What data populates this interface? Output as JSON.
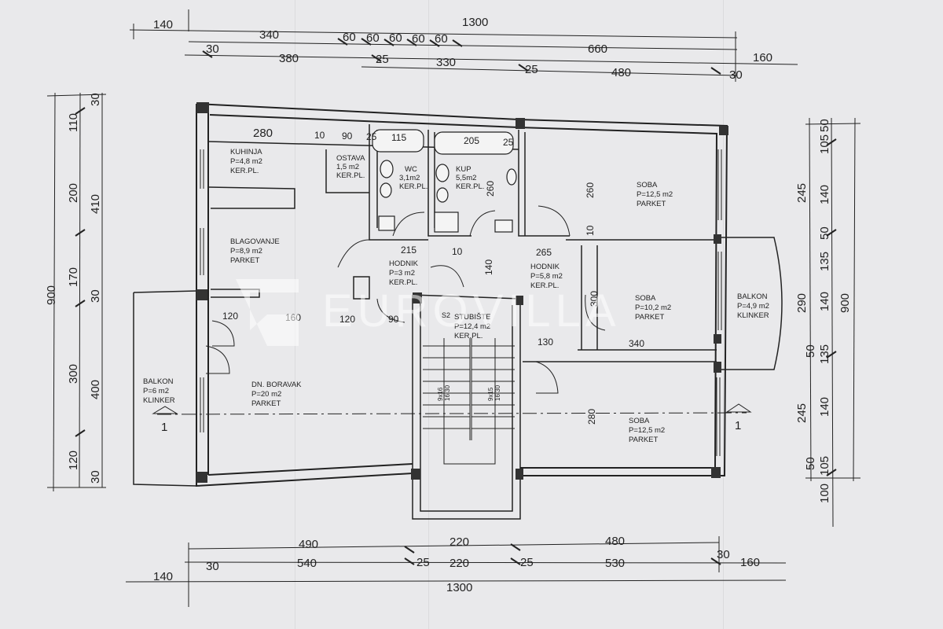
{
  "rooms": [
    {
      "id": "kuhinja",
      "name": "KUHINJA",
      "area": "P=4,8 m2",
      "floor": "KER.PL."
    },
    {
      "id": "ostava",
      "name": "OSTAVA",
      "area": "1,5 m2",
      "floor": "KER.PL."
    },
    {
      "id": "wc",
      "name": "WC",
      "area": "3,1m2",
      "floor": "KER.PL."
    },
    {
      "id": "kup",
      "name": "KUP",
      "area": "5,5m2",
      "floor": "KER.PL."
    },
    {
      "id": "soba1",
      "name": "SOBA",
      "area": "P=12,5 m2",
      "floor": "PARKET"
    },
    {
      "id": "blagovanje",
      "name": "BLAGOVANJE",
      "area": "P=8,9 m2",
      "floor": "PARKET"
    },
    {
      "id": "hodnik1",
      "name": "HODNIK",
      "area": "P=3 m2",
      "floor": "KER.PL."
    },
    {
      "id": "hodnik2",
      "name": "HODNIK",
      "area": "P=5,8 m2",
      "floor": "KER.PL."
    },
    {
      "id": "soba2",
      "name": "SOBA",
      "area": "P=10,2 m2",
      "floor": "PARKET"
    },
    {
      "id": "balkon_r",
      "name": "BALKON",
      "area": "P=4,9 m2",
      "floor": "KLINKER"
    },
    {
      "id": "stubiste",
      "name": "STUBIŠTE",
      "area": "P=12,4 m2",
      "floor": "KER.PL."
    },
    {
      "id": "balkon_l",
      "name": "BALKON",
      "area": "P=6 m2",
      "floor": "KLINKER"
    },
    {
      "id": "boravak",
      "name": "DN. BORAVAK",
      "area": "P=20 m2",
      "floor": "PARKET"
    },
    {
      "id": "soba3",
      "name": "SOBA",
      "area": "P=12,5 m2",
      "floor": "PARKET"
    }
  ],
  "dims": {
    "top1": [
      "140",
      "1300"
    ],
    "top2": [
      "340",
      "60",
      "60",
      "60",
      "60",
      "60",
      "660"
    ],
    "top3": [
      "30",
      "380",
      "25",
      "330",
      "160"
    ],
    "top4": [
      "25",
      "480",
      "30"
    ],
    "bottom1": [
      "490",
      "220",
      "480"
    ],
    "bottom2": [
      "30",
      "540",
      "25",
      "220",
      "25",
      "530",
      "30",
      "160"
    ],
    "bottom3": [
      "140",
      "1300"
    ],
    "left_outer": [
      "900"
    ],
    "left_mid": [
      "110",
      "200",
      "170",
      "300",
      "120"
    ],
    "left_inner": [
      "410",
      "400"
    ],
    "left_small": [
      "30",
      "30",
      "30"
    ],
    "right_a": [
      "245",
      "290",
      "245",
      "100"
    ],
    "right_b": [
      "105",
      "140",
      "135",
      "140",
      "135",
      "140",
      "105"
    ],
    "right_small": [
      "50",
      "50",
      "50",
      "50"
    ],
    "right_outer": [
      "900"
    ],
    "interior": [
      "280",
      "10",
      "90",
      "25",
      "115",
      "205",
      "25",
      "260",
      "260",
      "10",
      "215",
      "10",
      "140",
      "265",
      "300",
      "120",
      "160",
      "120",
      "90",
      "130",
      "340",
      "280",
      "280",
      "9x16",
      "9x15",
      "16,30",
      "16,30",
      "S2"
    ],
    "section": [
      "1",
      "1"
    ]
  },
  "watermark": "EUROVILLA"
}
